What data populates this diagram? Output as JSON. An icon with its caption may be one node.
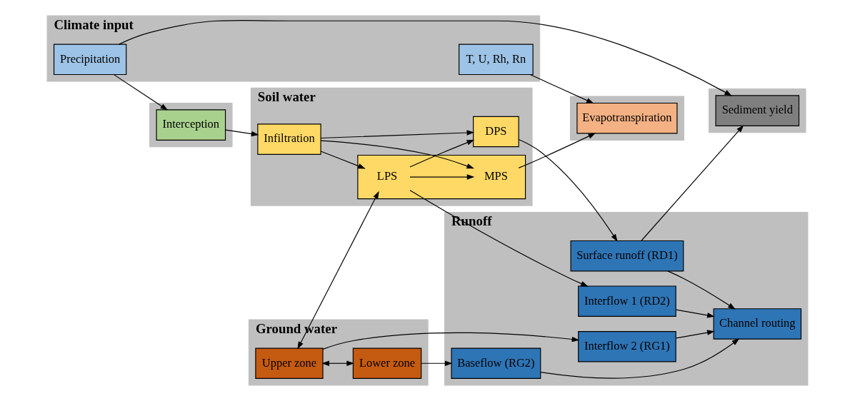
{
  "diagram": {
    "nodes": [
      {
        "text": [],
        "shape": "box"
      },
      {
        "text": [
          "Evapotranspiration"
        ],
        "in": 0
      },
      {
        "text": [],
        "shape": "box"
      },
      {
        "text": [
          "Interception"
        ],
        "in": 2
      },
      {
        "text": [
          "Climate input"
        ]
      },
      {
        "text": [
          "T, U, Rh, Rn"
        ],
        "in": 4
      },
      {
        "text": [
          "Precipitation"
        ],
        "in": 4
      },
      {
        "text": [
          "Soil water"
        ]
      },
      {
        "text": [
          "Infiltration"
        ],
        "in": 7
      },
      {
        "text": [
          "DPS"
        ],
        "in": 7
      },
      {
        "text": [],
        "shape": "box",
        "in": 7
      },
      {
        "text": [
          "MPS"
        ],
        "in": 10
      },
      {
        "text": [
          "LPS"
        ],
        "in": 10
      },
      {
        "text": [
          "Runoff"
        ]
      },
      {
        "text": [
          "Surface runoff (RD1)"
        ],
        "in": 13
      },
      {
        "text": [
          "Interflow 1 (RD2)"
        ],
        "in": 13
      },
      {
        "text": [
          "Interflow 2 (RG1)"
        ],
        "in": 13
      },
      {
        "text": [
          "Baseflow (RG2)"
        ],
        "in": 13
      },
      {
        "text": [
          "Channel routing"
        ],
        "in": 13
      },
      {
        "text": [],
        "shape": "box"
      },
      {
        "text": [
          "Sediment yield"
        ],
        "in": 19
      },
      {
        "text": [
          "Ground water"
        ]
      },
      {
        "text": [
          "Upper zone"
        ],
        "in": 21
      },
      {
        "text": [
          "Lower zone"
        ],
        "in": 21
      }
    ],
    "edges": [
      {
        "from": 5,
        "to": 1,
        "arrow": "to"
      },
      {
        "from": 6,
        "to": 3,
        "arrow": "to"
      },
      {
        "from": 6,
        "to": 20,
        "arrow": "to"
      },
      {
        "from": 3,
        "to": 8,
        "arrow": "to"
      },
      {
        "from": 8,
        "to": 9,
        "arrow": "to"
      },
      {
        "from": 8,
        "to": 11,
        "arrow": "to"
      },
      {
        "from": 8,
        "to": 12,
        "arrow": "to"
      },
      {
        "from": 12,
        "to": 9,
        "arrow": "to"
      },
      {
        "from": 12,
        "to": 11,
        "arrow": "to"
      },
      {
        "from": 11,
        "to": 1,
        "arrow": "to"
      },
      {
        "from": 9,
        "to": 14,
        "arrow": "to"
      },
      {
        "from": 12,
        "to": 15,
        "arrow": "to"
      },
      {
        "from": 14,
        "to": 20,
        "arrow": "to"
      },
      {
        "from": 22,
        "to": 12,
        "arrow": "both"
      },
      {
        "from": 22,
        "to": 16,
        "arrow": "to"
      },
      {
        "from": 22,
        "to": 23,
        "arrow": "both"
      },
      {
        "from": 23,
        "to": 17,
        "arrow": "to"
      },
      {
        "from": 14,
        "to": 18,
        "arrow": "to"
      },
      {
        "from": 15,
        "to": 18,
        "arrow": "to"
      },
      {
        "from": 16,
        "to": 18,
        "arrow": "to"
      },
      {
        "from": 17,
        "to": 18,
        "arrow": "to"
      }
    ]
  }
}
